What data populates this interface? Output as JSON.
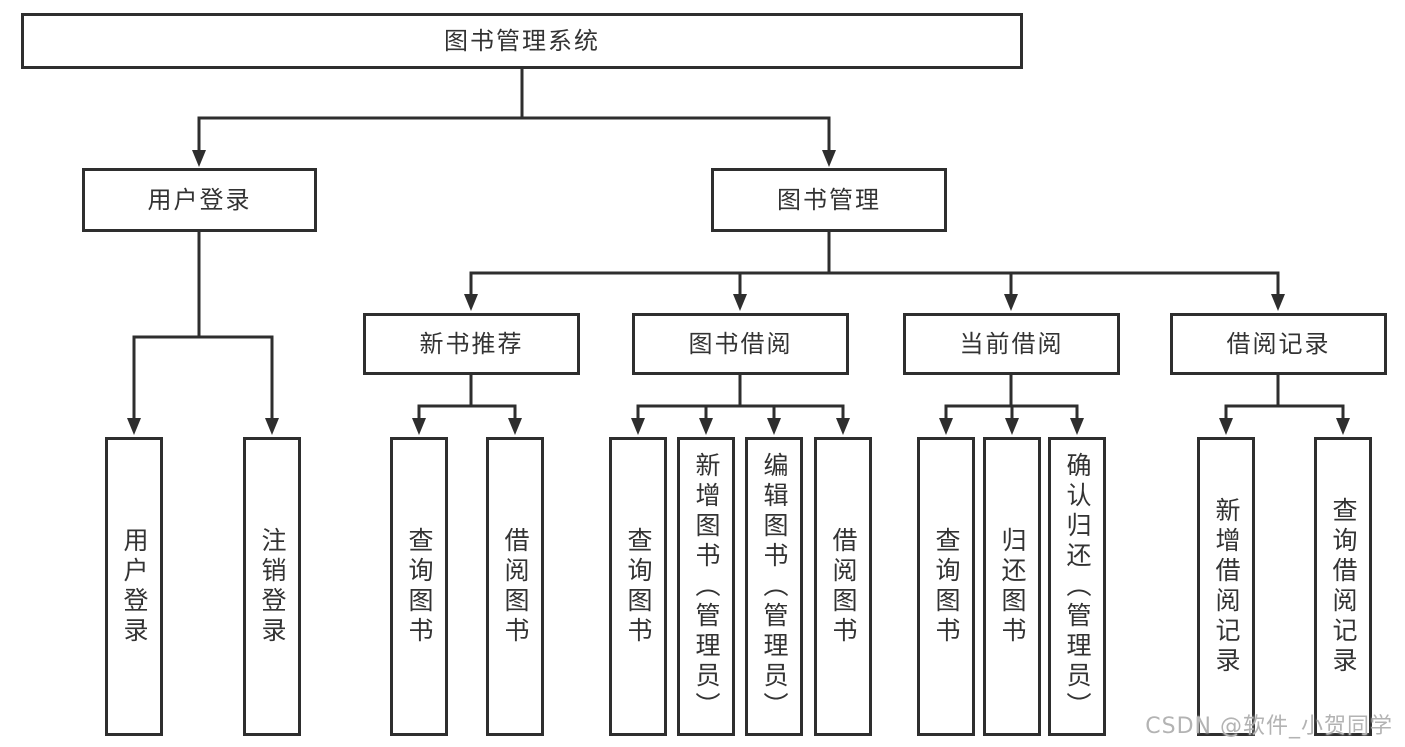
{
  "tree": {
    "root": "图书管理系统",
    "children": [
      {
        "label": "用户登录",
        "children": [
          "用户登录",
          "注销登录"
        ]
      },
      {
        "label": "图书管理",
        "children": [
          {
            "label": "新书推荐",
            "children": [
              "查询图书",
              "借阅图书"
            ]
          },
          {
            "label": "图书借阅",
            "children": [
              "查询图书",
              "新增图书（管理员）",
              "编辑图书（管理员）",
              "借阅图书"
            ]
          },
          {
            "label": "当前借阅",
            "children": [
              "查询图书",
              "归还图书",
              "确认归还（管理员）"
            ]
          },
          {
            "label": "借阅记录",
            "children": [
              "新增借阅记录",
              "查询借阅记录"
            ]
          }
        ]
      }
    ]
  },
  "watermark": "CSDN @软件_小贺同学",
  "colors": {
    "line": "#2e2e2e",
    "text": "#333333",
    "watermark": "#b3b3b3",
    "background": "#ffffff"
  }
}
